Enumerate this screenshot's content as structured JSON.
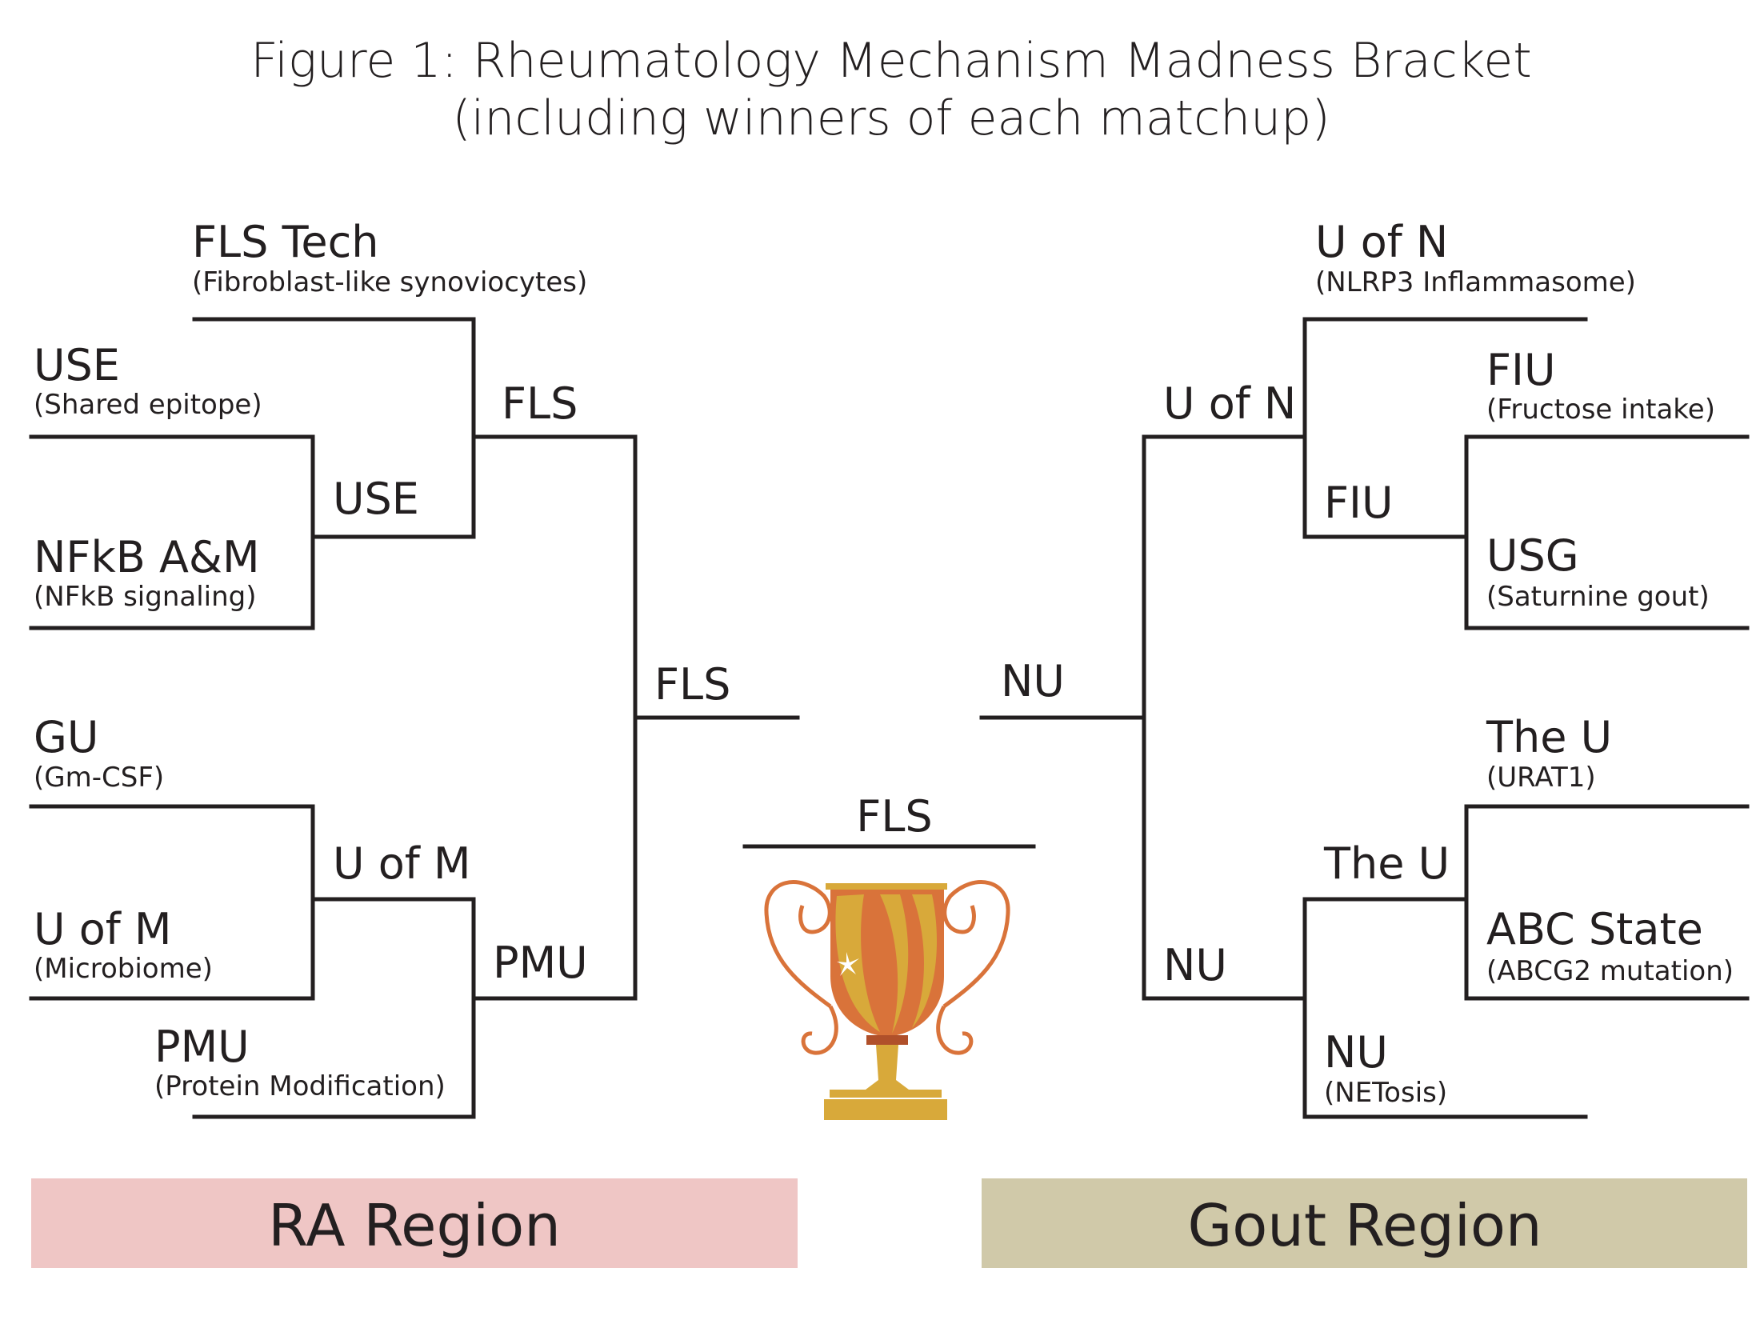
{
  "title": {
    "line1": "Figure 1: Rheumatology Mechanism Madness Bracket",
    "line2": "(including winners of each matchup)"
  },
  "ra": {
    "region_label": "RA Region",
    "color": "#efc6c5",
    "round1": [
      {
        "name": "FLS Tech",
        "sub": "(Fibroblast-like synoviocytes)"
      },
      {
        "name": "USE",
        "sub": "(Shared epitope)"
      },
      {
        "name": "NFkB A&M",
        "sub": "(NFkB signaling)"
      },
      {
        "name": "GU",
        "sub": "(Gm-CSF)"
      },
      {
        "name": "U of M",
        "sub": "(Microbiome)"
      },
      {
        "name": "PMU",
        "sub": "(Protein Modification)"
      }
    ],
    "round2": [
      "USE",
      "U of M"
    ],
    "round3": [
      "FLS",
      "PMU"
    ],
    "semi": "FLS"
  },
  "gout": {
    "region_label": "Gout Region",
    "color": "#d0c9a9",
    "round1": [
      {
        "name": "U of N",
        "sub": "(NLRP3 Inflammasome)"
      },
      {
        "name": "FIU",
        "sub": "(Fructose intake)"
      },
      {
        "name": "USG",
        "sub": "(Saturnine gout)"
      },
      {
        "name": "The U",
        "sub": "(URAT1)"
      },
      {
        "name": "ABC State",
        "sub": "(ABCG2 mutation)"
      },
      {
        "name": "NU",
        "sub": "(NETosis)"
      }
    ],
    "round2": [
      "FIU",
      "The U"
    ],
    "round3": [
      "U of N",
      "NU"
    ],
    "semi": "NU"
  },
  "champion": {
    "name": "FLS",
    "icon": "trophy-icon"
  }
}
